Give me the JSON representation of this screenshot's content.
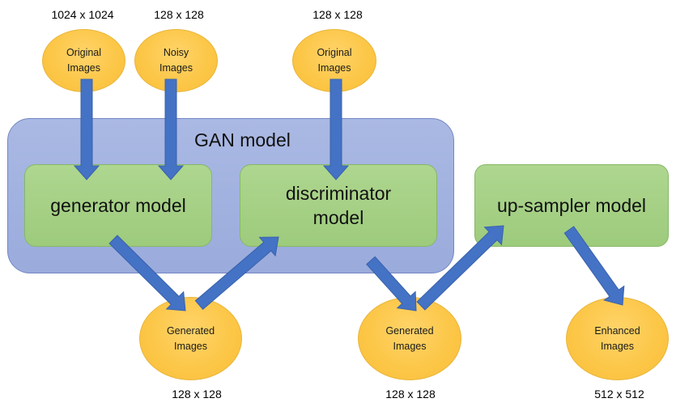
{
  "gan": {
    "title": "GAN model"
  },
  "boxes": {
    "generator": "generator model",
    "discriminator_line1": "discriminator",
    "discriminator_line2": "model",
    "upsampler": "up-sampler model"
  },
  "inputs": {
    "original1": {
      "line1": "Original",
      "line2": "Images",
      "size": "1024 x 1024"
    },
    "noisy": {
      "line1": "Noisy",
      "line2": "Images",
      "size": "128 x 128"
    },
    "original2": {
      "line1": "Original",
      "line2": "Images",
      "size": "128 x 128"
    }
  },
  "outputs": {
    "generated1": {
      "line1": "Generated",
      "line2": "Images",
      "size": "128 x 128"
    },
    "generated2": {
      "line1": "Generated",
      "line2": "Images",
      "size": "128 x 128"
    },
    "enhanced": {
      "line1": "Enhanced",
      "line2": "Images",
      "size": "512 x 512"
    }
  },
  "colors": {
    "gan_fill": "#9fb0df",
    "model_fill": "#a5d086",
    "image_fill": "#fcc646",
    "arrow_fill": "#4472c4"
  }
}
